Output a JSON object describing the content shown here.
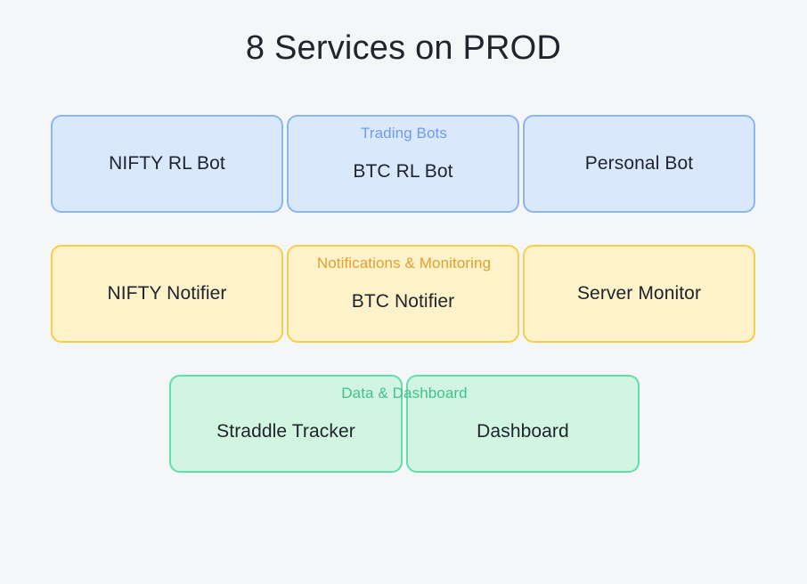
{
  "page": {
    "title": "8 Services on PROD",
    "background_color": "#f5f6f8",
    "title_color": "#20242c"
  },
  "groups": [
    {
      "id": "trading-bots",
      "caption": "Trading Bots",
      "tone": "blue",
      "fill_color": "#dae8fc",
      "border_color": "#8cb6f0",
      "caption_color": "#6d9bef",
      "nodes": [
        {
          "label": "NIFTY RL Bot"
        },
        {
          "label": "BTC RL Bot"
        },
        {
          "label": "Personal Bot"
        }
      ]
    },
    {
      "id": "notifications-monitoring",
      "caption": "Notifications & Monitoring",
      "tone": "yellow",
      "fill_color": "#fdf2c9",
      "border_color": "#f5ce4b",
      "caption_color": "#e2a02c",
      "nodes": [
        {
          "label": "NIFTY Notifier"
        },
        {
          "label": "BTC Notifier"
        },
        {
          "label": "Server Monitor"
        }
      ]
    },
    {
      "id": "data-dashboard",
      "caption": "Data & Dashboard",
      "tone": "green",
      "fill_color": "#d1f5e1",
      "border_color": "#5fdfa9",
      "caption_color": "#41c28c",
      "nodes": [
        {
          "label": "Straddle Tracker"
        },
        {
          "label": "Dashboard"
        }
      ]
    }
  ]
}
